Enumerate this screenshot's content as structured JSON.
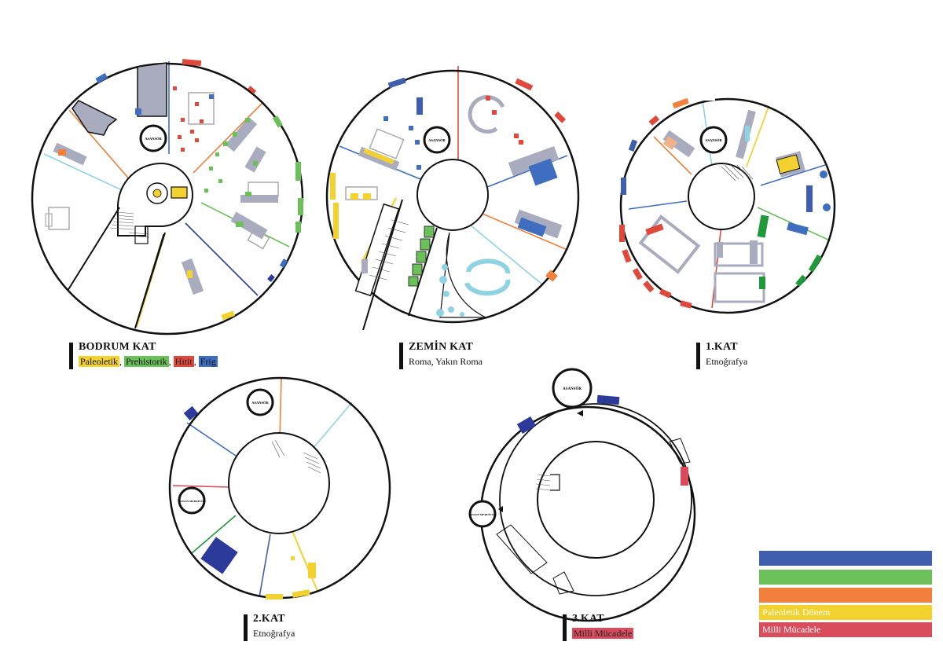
{
  "colors": {
    "paleolithic": "#f3d22f",
    "prehistoric": "#6cc05a",
    "hittite": "#e0483b",
    "phrygian": "#3f6dbf",
    "orange": "#f0803c",
    "milli": "#d94c5c",
    "lightblue": "#8fd3e3",
    "grey": "#a9acbf",
    "navy": "#2c3a9a"
  },
  "floors": {
    "basement": {
      "title": "BODRUM KAT",
      "legend": [
        "Paleoletik",
        "Prehistorik",
        "Hitit",
        "Frig"
      ],
      "separator": ",",
      "elevator_label": "ASANSÖR"
    },
    "ground": {
      "title": "ZEMİN KAT",
      "subtitle": "Roma, Yakın Roma",
      "elevator_label": "ASANSÖR"
    },
    "first": {
      "title": "1.KAT",
      "subtitle": "Etnoğrafya",
      "elevator_label": "ASANSÖR"
    },
    "second": {
      "title": "2.KAT",
      "subtitle": "Etnoğrafya",
      "elevator_label": "ASANSÖR",
      "stair_label": "YANGIN MERDİVENİ"
    },
    "third": {
      "title": "3.KAT",
      "subtitle": "Milli Mücadele",
      "elevator_label": "ASANSÖR",
      "stair_label": "YANGIN MERDİVENİ"
    }
  },
  "legend_bars": [
    {
      "color": "#3f5fae",
      "label": ""
    },
    {
      "color": "#6cc05a",
      "label": ""
    },
    {
      "color": "#f0803c",
      "label": ""
    },
    {
      "color": "#f3d22f",
      "label": "Paleoletik Dönem"
    },
    {
      "color": "#d94c5c",
      "label": "Milli Mücadele"
    }
  ]
}
